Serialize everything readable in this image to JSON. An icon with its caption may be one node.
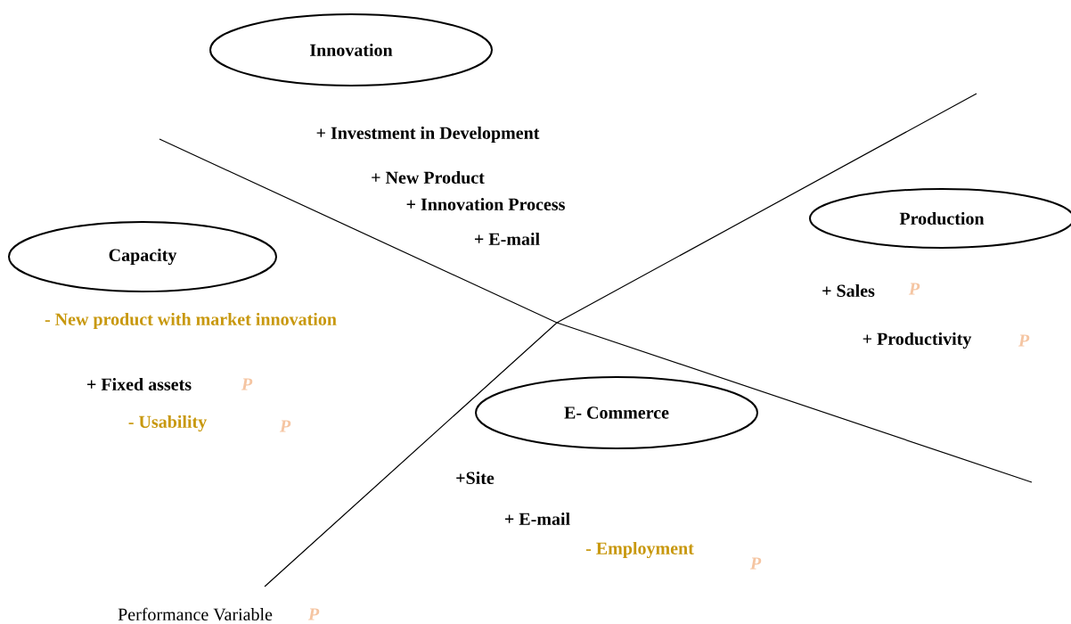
{
  "diagram": {
    "nodes": [
      {
        "text": [
          "Innovation"
        ]
      },
      {
        "text": [
          "Production"
        ]
      },
      {
        "text": [
          "Capacity"
        ]
      },
      {
        "text": [
          "E- Commerce"
        ]
      }
    ],
    "labels": [
      "+ Investment in Development",
      "+ New Product",
      "+ Innovation Process",
      "+ E-mail",
      "+ Sales",
      "P",
      "- New product with market innovation",
      "+ Productivity",
      "P",
      "+ Fixed assets",
      "P",
      "- Usability",
      "P",
      "+Site",
      "+ E-mail",
      "- Employment",
      "P",
      "Performance Variable",
      "P"
    ]
  }
}
